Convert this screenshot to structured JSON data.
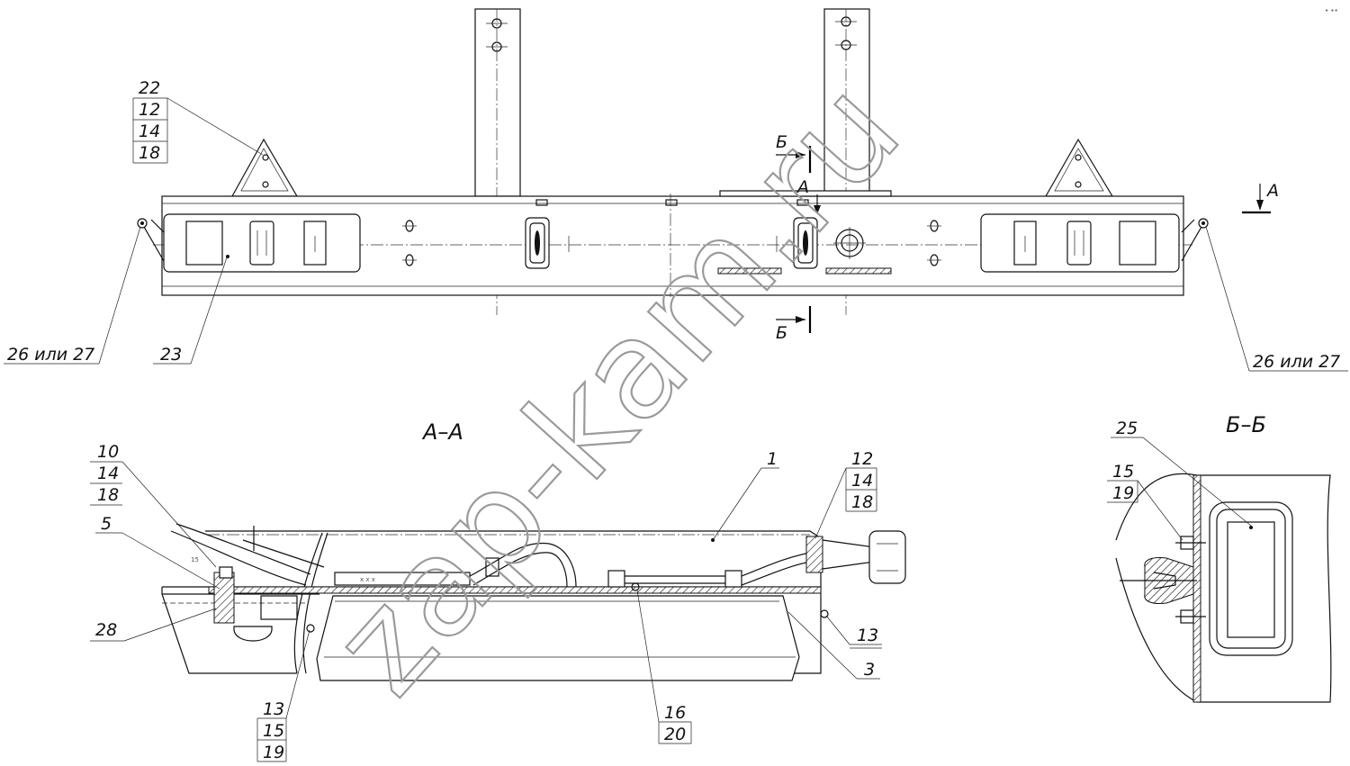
{
  "views": {
    "section_a_title": "А–А",
    "section_b_title": "Б–Б",
    "marker_a": "А",
    "marker_a_small": "А",
    "marker_b_top": "Б",
    "marker_b_bottom": "Б"
  },
  "callouts_top": {
    "c22": [
      "22",
      "12",
      "14",
      "18"
    ],
    "c23": "23",
    "c26_left": "26 или 27",
    "c26_right": "26 или 27"
  },
  "callouts_aa": {
    "c10": [
      "10",
      "14",
      "18"
    ],
    "c5": "5",
    "c28": "28",
    "c1": "1",
    "c12": [
      "12",
      "14",
      "18"
    ],
    "c13_right": "13",
    "c3": "3",
    "c13_bottom": [
      "13",
      "15",
      "19"
    ],
    "c16": [
      "16",
      "20"
    ],
    "small_mark": "15"
  },
  "callouts_bb": {
    "c25": "25",
    "c15": [
      "15",
      "19"
    ]
  },
  "watermark": "zap-kam.ru",
  "corner_mark": "• ••"
}
